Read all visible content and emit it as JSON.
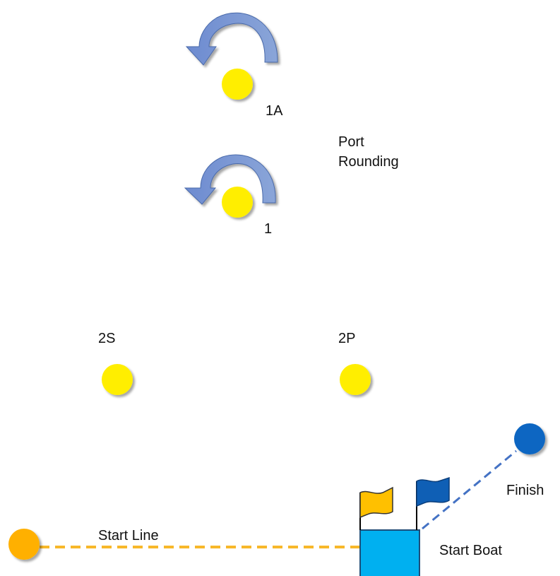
{
  "labels": {
    "mark_1a": "1A",
    "port_rounding_line1": "Port",
    "port_rounding_line2": "Rounding",
    "mark_1": "1",
    "mark_2s": "2S",
    "mark_2p": "2P",
    "finish": "Finish",
    "start_line": "Start Line",
    "start_boat": "Start Boat"
  },
  "colors": {
    "mark_yellow": "#ffee00",
    "finish_mark": "#0a66c2",
    "start_pin": "#ffb000",
    "start_line": "#f7b82a",
    "finish_line": "#4472c4",
    "start_boat": "#00b0f0",
    "flag_orange": "#ffc000",
    "flag_blue": "#0f5fb5",
    "arrow": "#7e97cd"
  },
  "icons": [
    "port-rounding-arrow-icon",
    "orange-flag-icon",
    "blue-flag-icon"
  ]
}
